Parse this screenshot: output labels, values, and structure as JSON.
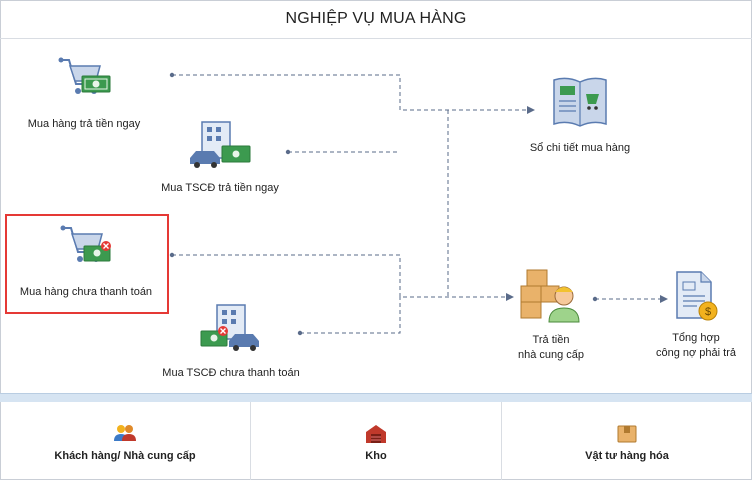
{
  "title": "NGHIỆP VỤ MUA HÀNG",
  "nodes": {
    "buy_pay_now": "Mua hàng trả tiền ngay",
    "asset_pay_now": "Mua TSCĐ trả tiền ngay",
    "purchase_ledger": "Sổ chi tiết mua hàng",
    "buy_unpaid": "Mua hàng chưa thanh toán",
    "asset_unpaid": "Mua TSCĐ chưa thanh toán",
    "pay_supplier_line1": "Trả tiền",
    "pay_supplier_line2": "nhà cung cấp",
    "payables_line1": "Tổng hợp",
    "payables_line2": "công nợ phải trả"
  },
  "footer": {
    "customers": "Khách hàng/ Nhà cung cấp",
    "warehouse": "Kho",
    "materials": "Vật tư hàng hóa"
  },
  "colors": {
    "accent_line": "#5a6b8a",
    "selection": "#e53935",
    "band": "#d6e4f2",
    "money": "#3c9a4f"
  }
}
